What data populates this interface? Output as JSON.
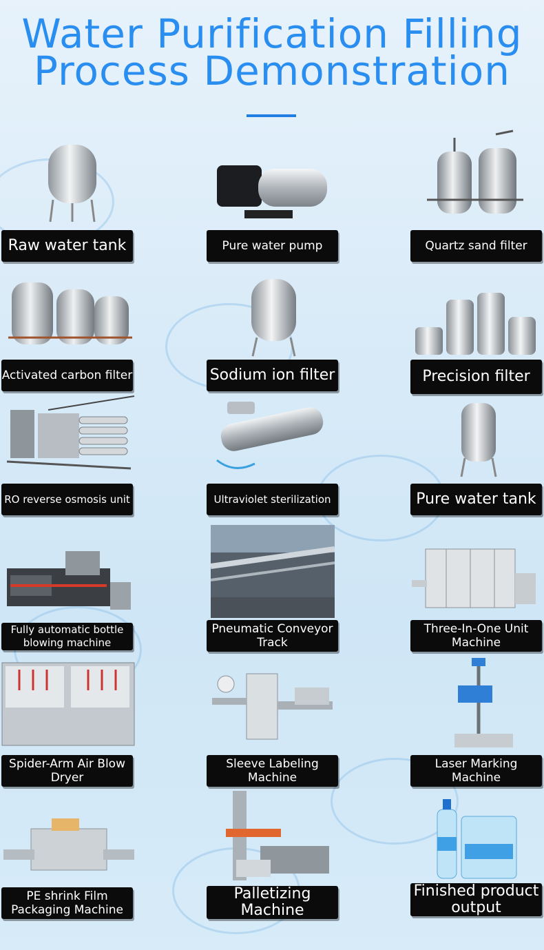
{
  "title": {
    "line1": "Water Purification Filling",
    "line2": "Process Demonstration"
  },
  "steps": [
    {
      "label": "Raw water tank",
      "icon": "storage-tank-icon"
    },
    {
      "label": "Pure water pump",
      "icon": "water-pump-icon"
    },
    {
      "label": "Quartz sand filter",
      "icon": "sand-filter-icon"
    },
    {
      "label": "Activated carbon filter",
      "icon": "carbon-filter-icon"
    },
    {
      "label": "Sodium ion filter",
      "icon": "ion-filter-icon"
    },
    {
      "label": "Precision filter",
      "icon": "precision-filter-icon"
    },
    {
      "label": "RO reverse osmosis unit",
      "icon": "ro-unit-icon"
    },
    {
      "label": "Ultraviolet sterilization",
      "icon": "uv-sterilizer-icon"
    },
    {
      "label": "Pure water tank",
      "icon": "pure-water-tank-icon"
    },
    {
      "label": "Fully automatic bottle blowing machine",
      "icon": "blowing-machine-icon"
    },
    {
      "label": "Pneumatic Conveyor Track",
      "icon": "conveyor-track-icon"
    },
    {
      "label": "Three-In-One Unit Machine",
      "icon": "filling-machine-icon"
    },
    {
      "label": "Spider-Arm Air Blow Dryer",
      "icon": "air-dryer-icon"
    },
    {
      "label": "Sleeve Labeling Machine",
      "icon": "labeling-machine-icon"
    },
    {
      "label": "Laser Marking Machine",
      "icon": "laser-marker-icon"
    },
    {
      "label": "PE shrink Film Packaging Machine",
      "icon": "shrink-wrap-icon"
    },
    {
      "label": "Palletizing Machine",
      "icon": "palletizer-icon"
    },
    {
      "label": "Finished product output",
      "icon": "bottled-water-icon"
    }
  ],
  "colors": {
    "title": "#2a8ef0",
    "label_bg": "#0b0b0b",
    "label_text": "#ffffff",
    "steel": "#c9ced3"
  }
}
